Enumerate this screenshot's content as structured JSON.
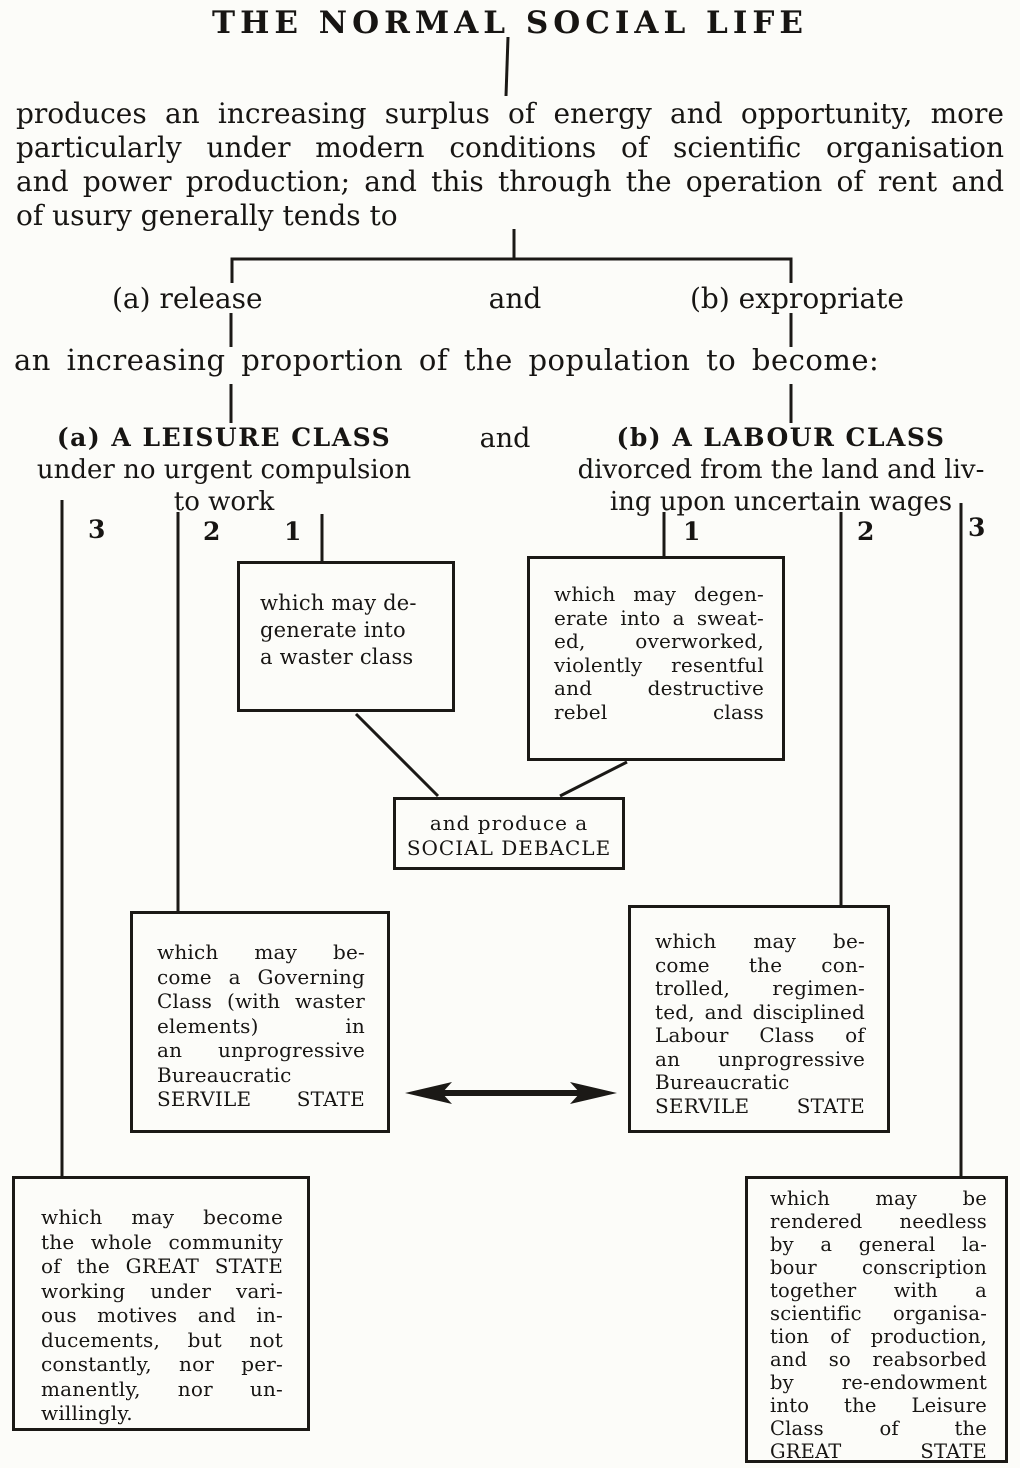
{
  "title": "THE NORMAL SOCIAL LIFE",
  "intro": {
    "lines": [
      "produces an increasing surplus of energy and opportunity, more",
      "particularly under modern conditions of scientific organisation",
      "and power production; and this through the operation of rent and",
      "of usury generally tends to"
    ]
  },
  "split": {
    "a": "(a) release",
    "conjunction": "and",
    "b": "(b) expropriate"
  },
  "become_line": "an increasing proportion of the population to become:",
  "classes": {
    "conjunction": "and",
    "leisure": {
      "heading": "(a) A LEISURE CLASS",
      "lines": [
        "under no urgent compulsion",
        "to work"
      ]
    },
    "labour": {
      "heading": "(b) A LABOUR CLASS",
      "lines": [
        "divorced from the land and liv-",
        "ing upon uncertain wages"
      ]
    }
  },
  "branch_numbers": {
    "left": [
      "3",
      "2",
      "1"
    ],
    "right": [
      "1",
      "2",
      "3"
    ]
  },
  "boxes": {
    "waster": {
      "lines": [
        "which may de-",
        "generate into",
        "a waster class"
      ]
    },
    "rebel": {
      "lines": [
        "which may degen-",
        "erate into a sweat-",
        "ed, overworked,",
        "violently resentful",
        "and destructive",
        "rebel class"
      ]
    },
    "debacle": {
      "lines": [
        "and produce a",
        "SOCIAL DEBACLE"
      ]
    },
    "servile_left": {
      "lines": [
        "which may be-",
        "come a Governing",
        "Class (with waster",
        "elements) in",
        "an unprogressive",
        "Bureaucratic",
        "SERVILE STATE"
      ]
    },
    "servile_right": {
      "lines": [
        "which may be-",
        "come the con-",
        "trolled, regimen-",
        "ted, and disciplined",
        "Labour Class of",
        "an unprogressive",
        "Bureaucratic",
        "SERVILE STATE"
      ]
    },
    "great_state_left": {
      "lines": [
        "which may become",
        "the whole community",
        "of the GREAT STATE",
        "working under vari-",
        "ous motives and in-",
        "ducements, but not",
        "constantly, nor per-",
        "manently, nor un-",
        "willingly."
      ]
    },
    "great_state_right": {
      "lines": [
        "which may be",
        "rendered needless",
        "by a general la-",
        "bour conscription",
        "together with a",
        "scientific organisa-",
        "tion of production,",
        "and so reabsorbed",
        "by re-endowment",
        "into the Leisure",
        "Class of the",
        "GREAT STATE"
      ]
    }
  },
  "icons": {
    "servile_link": "double-headed-arrow"
  },
  "colors": {
    "ink": "#1b1916",
    "paper": "#fcfcf9"
  }
}
